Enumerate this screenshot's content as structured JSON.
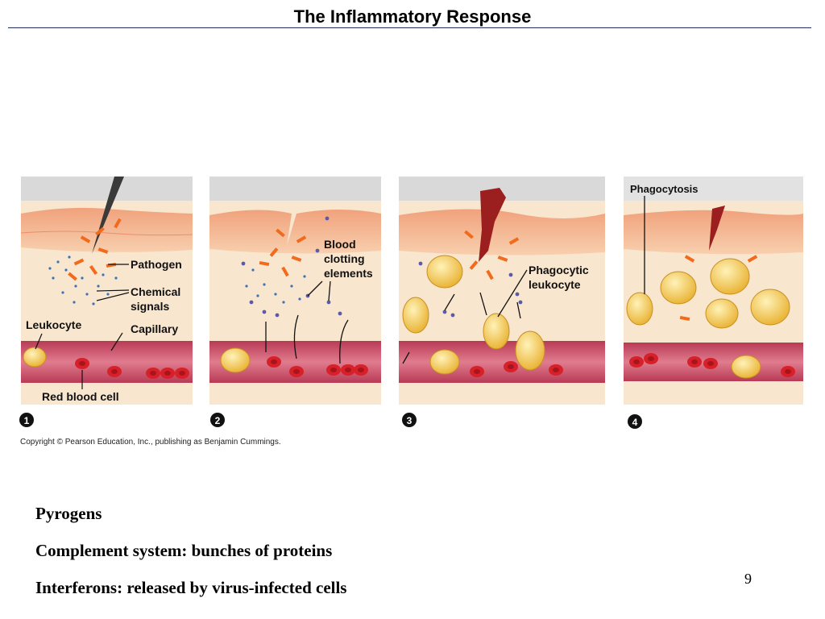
{
  "slide": {
    "title": "The Inflammatory Response",
    "page_number": "9"
  },
  "figure": {
    "copyright": "Copyright © Pearson Education, Inc., publishing as Benjamin Cummings.",
    "panels": [
      {
        "step": "1",
        "labels": {
          "pathogen": "Pathogen",
          "chemical_signals_1": "Chemical",
          "chemical_signals_2": "signals",
          "leukocyte": "Leukocyte",
          "capillary": "Capillary",
          "red_blood_cell": "Red blood cell"
        }
      },
      {
        "step": "2",
        "labels": {
          "blood_clotting_1": "Blood",
          "blood_clotting_2": "clotting",
          "blood_clotting_3": "elements"
        }
      },
      {
        "step": "3",
        "labels": {
          "phagocytic_1": "Phagocytic",
          "phagocytic_2": "leukocyte"
        }
      },
      {
        "step": "4",
        "labels": {
          "phagocytosis": "Phagocytosis"
        }
      }
    ]
  },
  "bullets": [
    "Pyrogens",
    "Complement system:  bunches of proteins",
    "Interferons:  released by virus-infected cells"
  ],
  "colors": {
    "skin": "#f4b48e",
    "dermis": "#f9e6cf",
    "capillary": "#c9415a",
    "rbc": "#d8202a",
    "leukocyte": "#f2c84b",
    "pathogen": "#f26a1b",
    "signal": "#3f72b5",
    "clot": "#5c5aa8",
    "wound": "#9c1f1f",
    "title_rule": "#1f2f57"
  }
}
